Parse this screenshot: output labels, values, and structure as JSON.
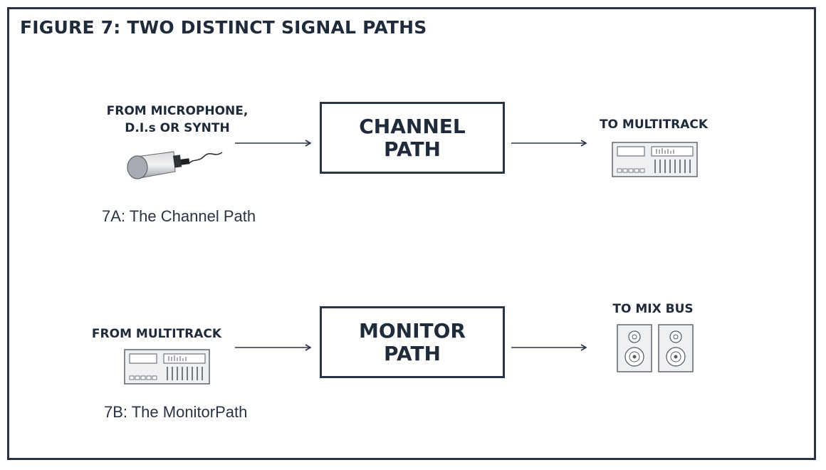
{
  "figure": {
    "title": "FIGURE 7: TWO DISTINCT SIGNAL PATHS"
  },
  "path_a": {
    "source_label": "FROM MICROPHONE,\nD.I.s OR SYNTH",
    "box_label": "CHANNEL\nPATH",
    "dest_label": "TO MULTITRACK",
    "caption": "7A: The Channel Path",
    "source_icon": "microphone-icon",
    "dest_icon": "multitrack-recorder-icon"
  },
  "path_b": {
    "source_label": "FROM MULTITRACK",
    "box_label": "MONITOR\nPATH",
    "dest_label": "TO MIX BUS",
    "caption": "7B: The MonitorPath",
    "source_icon": "multitrack-recorder-icon",
    "dest_icon": "speakers-icon"
  },
  "colors": {
    "ink": "#1f2a3a",
    "line": "#2a3343",
    "icon_fill": "#eef0f2",
    "icon_stroke": "#555b63"
  }
}
